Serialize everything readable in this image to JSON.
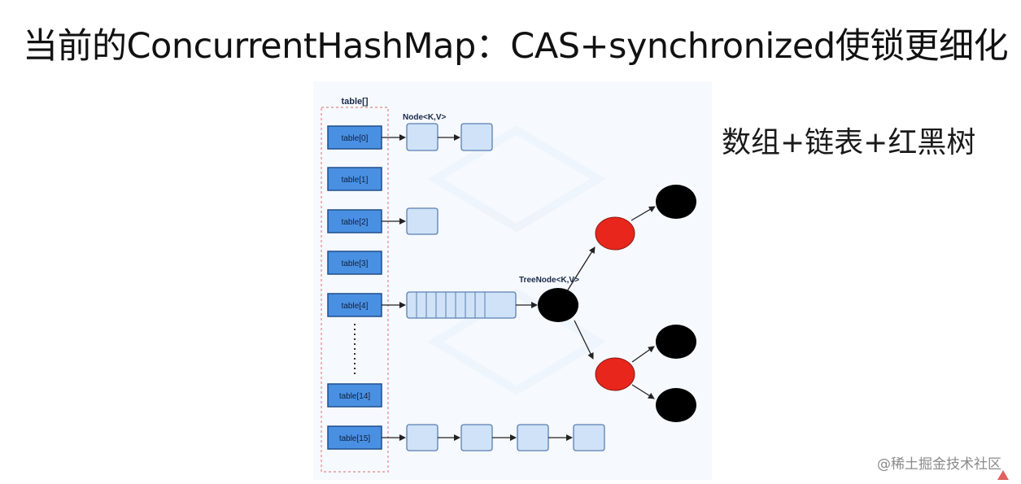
{
  "slide": {
    "title": "当前的ConcurrentHashMap：CAS+synchronized使锁更细化",
    "subtitle": "数组+链表+红黑树",
    "watermark": "@稀土掘金技术社区"
  },
  "diagram": {
    "table_label": "table[]",
    "node_label": "Node<K,V>",
    "treenode_label": "TreeNode<K,V>",
    "slots": [
      "table[0]",
      "table[1]",
      "table[2]",
      "table[3]",
      "table[4]",
      "table[14]",
      "table[15]"
    ],
    "colors": {
      "slot_fill": "#4a90e2",
      "slot_stroke": "#1f4f8a",
      "node_fill": "#cfe2f7",
      "node_stroke": "#5a7fae",
      "red_node": "#e8261c",
      "black_node": "#000000",
      "bucket_border": "#e29a9a"
    }
  }
}
